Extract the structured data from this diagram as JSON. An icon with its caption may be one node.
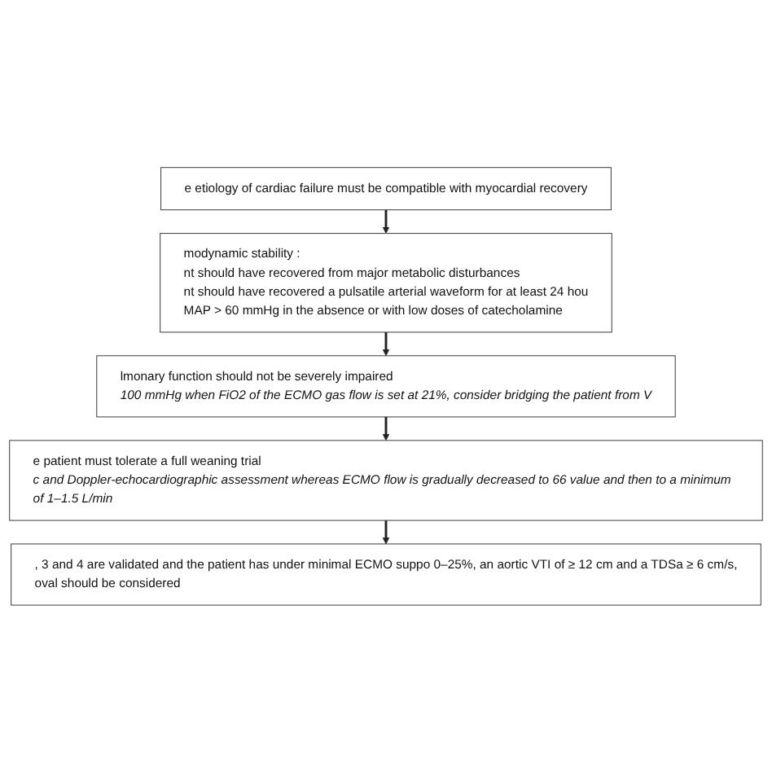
{
  "diagram": {
    "nodes": [
      {
        "text": [
          "e etiology of cardiac failure must be compatible with myocardial recovery"
        ]
      },
      {
        "text": [
          "modynamic stability :",
          "nt should have recovered from major metabolic disturbances",
          "nt should have recovered a pulsatile arterial waveform for at least 24 hou",
          "MAP > 60 mmHg in the absence or with low doses of catecholamine"
        ]
      },
      {
        "text": [
          "lmonary function should not be severely impaired",
          "100 mmHg when FiO2 of the ECMO gas flow is set at 21%, consider bridging the patient from V"
        ]
      },
      {
        "text": [
          "e patient must tolerate a full weaning trial",
          "c and Doppler-echocardiographic assessment whereas ECMO flow is gradually decreased to 66 value and then to a minimum of 1–1.5 L/min"
        ]
      },
      {
        "text": [
          ", 3 and 4 are validated and the patient has under minimal ECMO suppo 0–25%, an aortic VTI of ≥ 12 cm and a TDSa  ≥ 6 cm/s,",
          "oval should be considered"
        ]
      }
    ],
    "edges": [
      {
        "from": 0,
        "to": 1,
        "arrow": "to"
      },
      {
        "from": 1,
        "to": 2,
        "arrow": "to"
      },
      {
        "from": 2,
        "to": 3,
        "arrow": "to"
      },
      {
        "from": 3,
        "to": 4,
        "arrow": "to"
      }
    ]
  }
}
